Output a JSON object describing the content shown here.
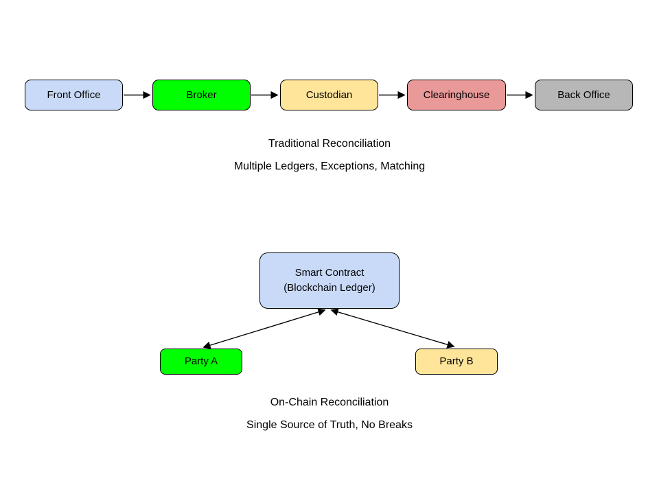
{
  "traditional": {
    "nodes": [
      {
        "label": "Front Office",
        "color": "#c9daf8"
      },
      {
        "label": "Broker",
        "color": "#00ff00"
      },
      {
        "label": "Custodian",
        "color": "#ffe599"
      },
      {
        "label": "Clearinghouse",
        "color": "#ea9999"
      },
      {
        "label": "Back Office",
        "color": "#b7b7b7"
      }
    ],
    "caption_title": "Traditional Reconciliation",
    "caption_subtitle": "Multiple Ledgers, Exceptions, Matching"
  },
  "onchain": {
    "hub": {
      "line1": "Smart Contract",
      "line2": "(Blockchain Ledger)",
      "color": "#c9daf8"
    },
    "parties": [
      {
        "label": "Party A",
        "color": "#00ff00"
      },
      {
        "label": "Party B",
        "color": "#ffe599"
      }
    ],
    "caption_title": "On-Chain Reconciliation",
    "caption_subtitle": "Single Source of Truth, No Breaks"
  },
  "style": {
    "background": "#ffffff",
    "stroke": "#000000"
  }
}
